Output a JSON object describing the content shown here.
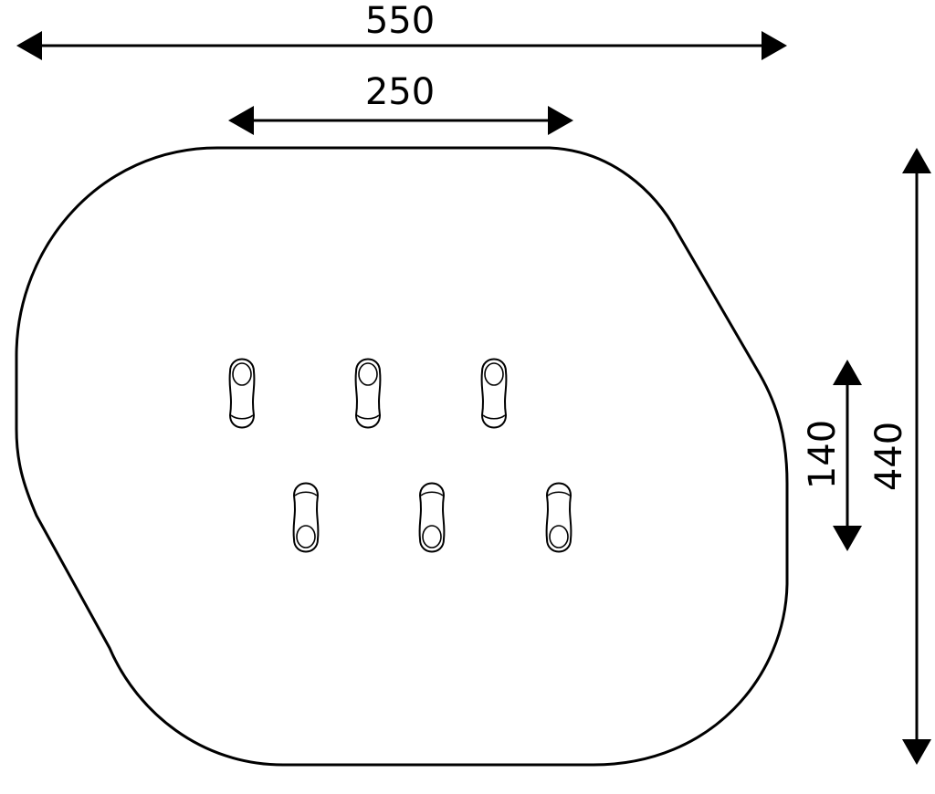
{
  "dimensions": {
    "overall_width": "550",
    "top_edge_width": "250",
    "overall_depth": "440",
    "row_spacing": "140"
  },
  "colors": {
    "stroke": "#000000",
    "background": "#ffffff"
  }
}
